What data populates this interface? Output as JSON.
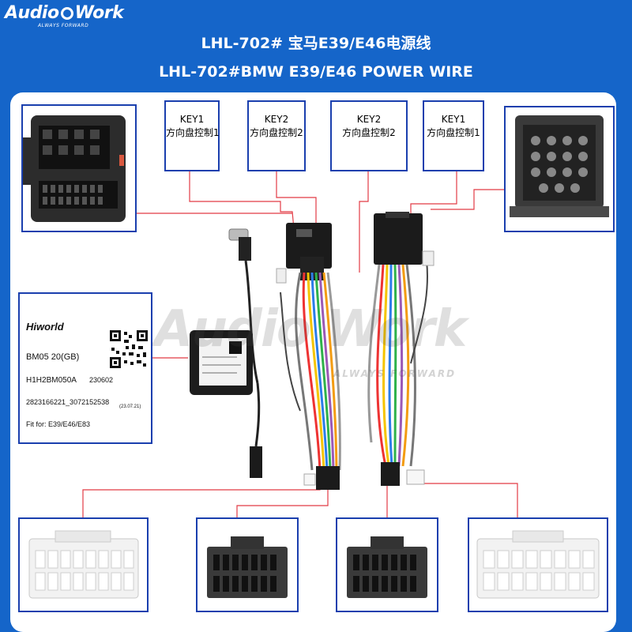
{
  "logo": {
    "brand_left": "Audio",
    "brand_right": "Work",
    "tagline": "ALWAYS FORWARD"
  },
  "title": {
    "cn": "LHL-702# 宝马E39/E46电源线",
    "en": "LHL-702#BMW E39/E46 POWER WIRE"
  },
  "keys": [
    {
      "line1": "KEY1",
      "line2": "方向盘控制1"
    },
    {
      "line1": "KEY2",
      "line2": "方向盘控制2"
    },
    {
      "line1": "KEY2",
      "line2": "方向盘控制2"
    },
    {
      "line1": "KEY1",
      "line2": "方向盘控制1"
    }
  ],
  "label": {
    "brand": "Hiworld",
    "model": "BM05 20(GB)",
    "code": "H1H2BM050A",
    "date_code": "230602",
    "serial": "2823166221_3072152538",
    "date": "(23.07.21)",
    "fit": "Fit for: E39/E46/E83"
  },
  "watermark": {
    "text": "Audio Work",
    "tagline": "ALWAYS FORWARD"
  },
  "colors": {
    "background": "#1565c9",
    "box_border": "#1a3fae",
    "leader_line": "#e23b45"
  }
}
